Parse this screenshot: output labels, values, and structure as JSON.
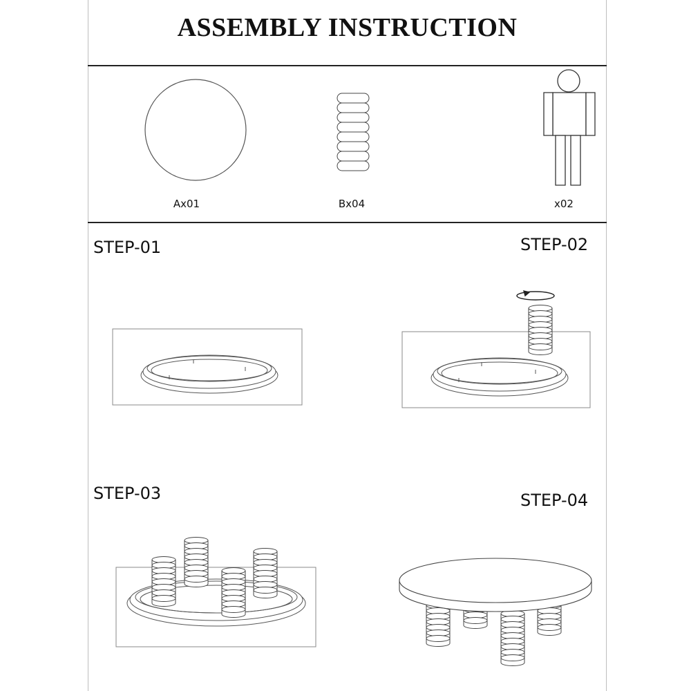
{
  "header": {
    "title": "ASSEMBLY INSTRUCTION"
  },
  "parts": [
    {
      "name": "tabletop",
      "label": "Ax01"
    },
    {
      "name": "leg",
      "label": "Bx04"
    },
    {
      "name": "people",
      "label": "x02"
    }
  ],
  "steps": [
    {
      "label": "STEP-01"
    },
    {
      "label": "STEP-02"
    },
    {
      "label": "STEP-03"
    },
    {
      "label": "STEP-04"
    }
  ]
}
